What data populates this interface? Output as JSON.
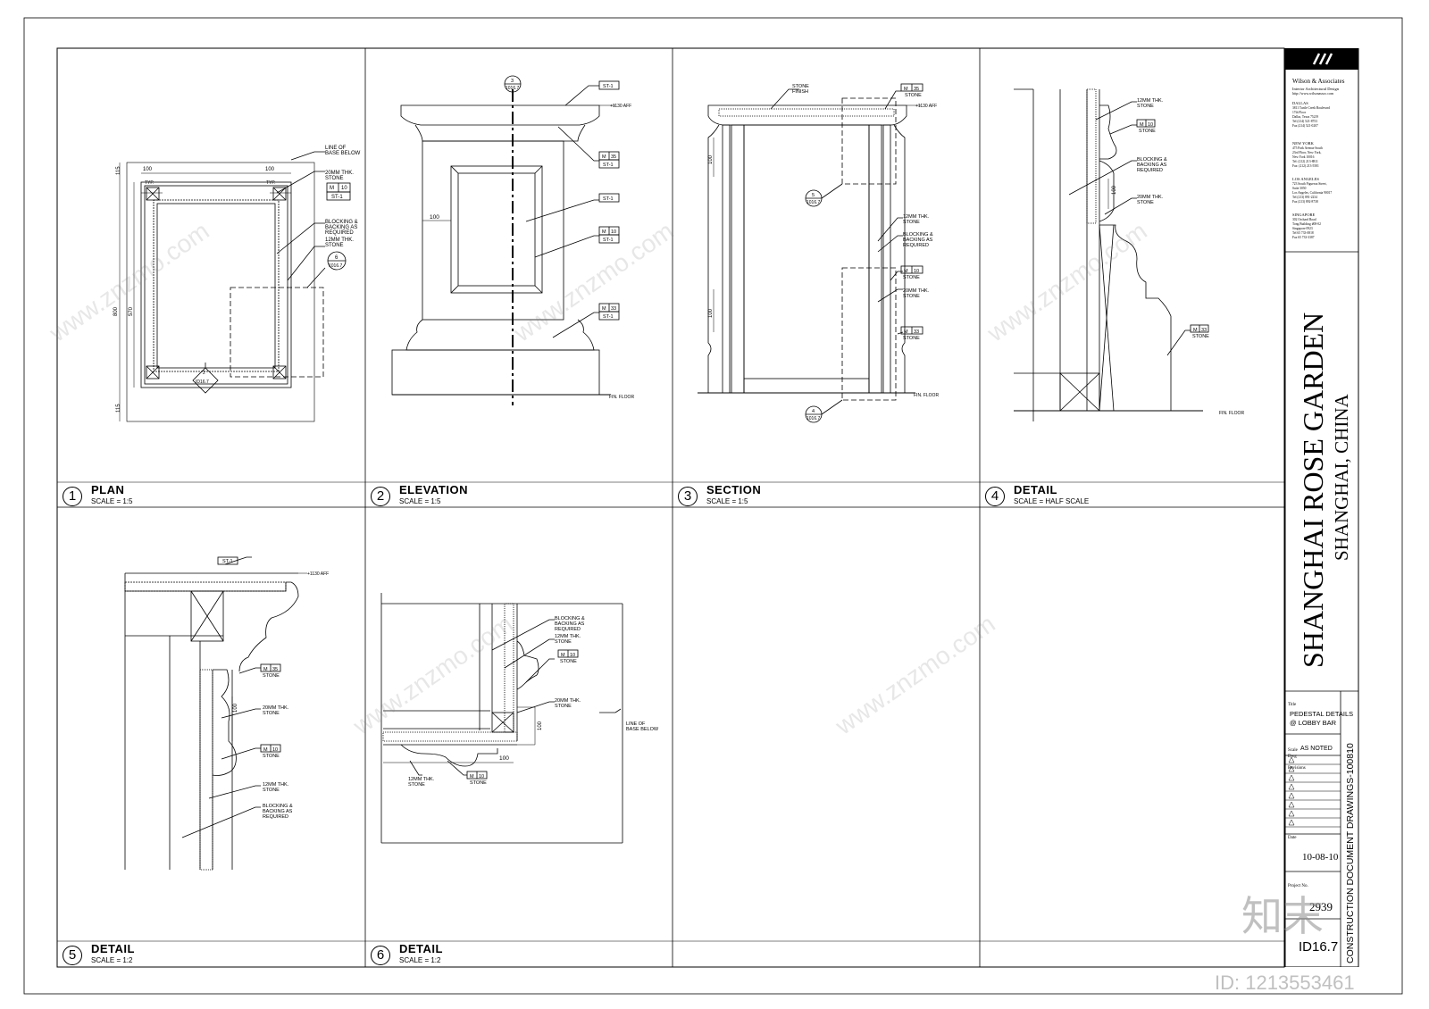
{
  "title_block": {
    "firm_name": "Wilson & Associates",
    "firm_sub": "Interior Architectural Design",
    "firm_web": "http://www.wilsonassoc.com",
    "offices": [
      {
        "city": "DALLAS",
        "lines": [
          "3811 Turtle Creek Boulevard",
          "17th Floor",
          "Dallas, Texas 75219",
          "Tel (214) 521-8753",
          "Fax (214) 521-0207"
        ]
      },
      {
        "city": "NEW YORK",
        "lines": [
          "475 Park Avenue South",
          "23rd Floor, New York,",
          "New York 10016",
          "Tel: (212) 213-8811",
          "Fax: (212) 213-5581"
        ]
      },
      {
        "city": "LOS ANGELES",
        "lines": [
          "723 South Figueroa Street,",
          "Suite 3050",
          "Los Angeles, California 90017",
          "Tel (213) 891-2234",
          "Fax (213) 892-8738"
        ]
      },
      {
        "city": "SINGAPORE",
        "lines": [
          "302 Orchard Road",
          "Tong Building #08-02",
          "Singapore 0923",
          "Tel 65 733-0818",
          "Fax 65 733-3387"
        ]
      }
    ],
    "project_name": "SHANGHAI ROSE GARDEN",
    "project_location": "SHANGHAI, CHINA",
    "title_label": "Title",
    "title": [
      "PEDESTAL DETAILS",
      "@ LOBBY BAR"
    ],
    "scale_label": "Scale",
    "scale": "AS NOTED",
    "drawing_label": "Dwg",
    "revisions_label": "Revisions",
    "date_label": "Date",
    "date": "10-08-10",
    "project_no_label": "Project No.",
    "project_no": "2939",
    "sheet": "ID16.7",
    "side_text": "CONSTRUCTION DOCUMENT DRAWINGS-100810"
  },
  "panels": [
    {
      "num": "1",
      "title": "PLAN",
      "scale": "SCALE = 1:5"
    },
    {
      "num": "2",
      "title": "ELEVATION",
      "scale": "SCALE = 1:5"
    },
    {
      "num": "3",
      "title": "SECTION",
      "scale": "SCALE = 1:5"
    },
    {
      "num": "4",
      "title": "DETAIL",
      "scale": "SCALE = HALF SCALE"
    },
    {
      "num": "5",
      "title": "DETAIL",
      "scale": "SCALE = 1:2"
    },
    {
      "num": "6",
      "title": "DETAIL",
      "scale": "SCALE = 1:2"
    }
  ],
  "notes": {
    "line_of_base": [
      "LINE OF",
      "BASE BELOW"
    ],
    "stone_20": [
      "20MM THK.",
      "STONE"
    ],
    "stone_12": [
      "12MM THK.",
      "STONE"
    ],
    "blocking": [
      "BLOCKING &",
      "BACKING AS",
      "REQUIRED"
    ],
    "stone_finish": [
      "STONE",
      "FINISH"
    ],
    "typ": "TYP.",
    "stone": "STONE",
    "st1": "ST-1",
    "m": "M",
    "m10": "10",
    "m33": "33",
    "m35": "35",
    "ref_1016": "1016.7",
    "ref_id167": "ID16.7",
    "fin_floor": "FIN. FLOOR",
    "top_level": "+1130 AFF"
  },
  "dimensions": {
    "d100": "100",
    "d115": "115",
    "d800": "800",
    "d570": "570"
  },
  "section_refs": {
    "n2": "2",
    "n3": "3",
    "n4": "4",
    "n5": "5",
    "n6": "6"
  },
  "watermark": {
    "site": "www.znzmo.com",
    "logo": "知末",
    "id": "ID: 1213553461"
  }
}
